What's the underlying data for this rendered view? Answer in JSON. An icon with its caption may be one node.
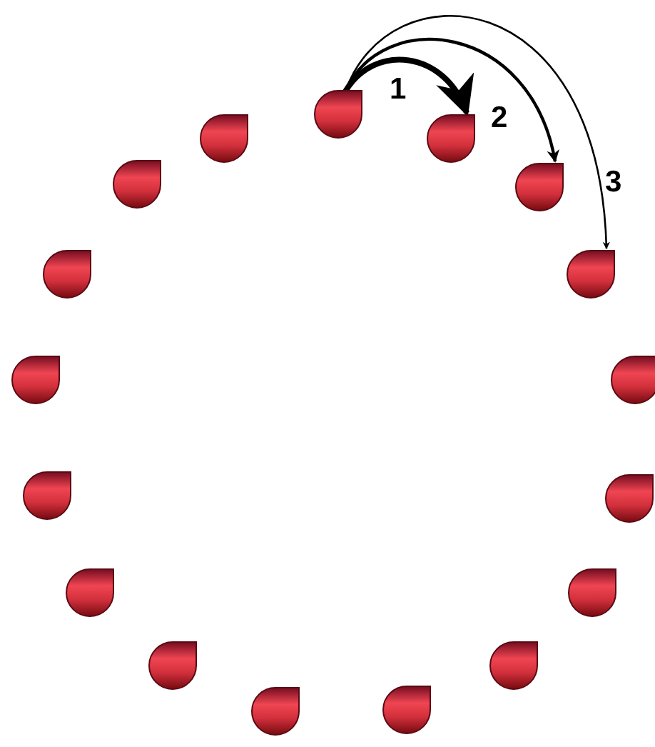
{
  "diagram": {
    "nodes": [
      {
        "text": [],
        "shape": "drop"
      },
      {
        "text": [],
        "shape": "drop"
      },
      {
        "text": [],
        "shape": "drop"
      },
      {
        "text": [],
        "shape": "drop"
      },
      {
        "text": [],
        "shape": "drop"
      },
      {
        "text": [],
        "shape": "drop"
      },
      {
        "text": [],
        "shape": "drop"
      },
      {
        "text": [],
        "shape": "drop"
      },
      {
        "text": [],
        "shape": "drop"
      },
      {
        "text": [],
        "shape": "drop"
      },
      {
        "text": [],
        "shape": "drop"
      },
      {
        "text": [],
        "shape": "drop"
      },
      {
        "text": [],
        "shape": "drop"
      },
      {
        "text": [],
        "shape": "drop"
      },
      {
        "text": [],
        "shape": "drop"
      },
      {
        "text": [],
        "shape": "drop"
      },
      {
        "text": [],
        "shape": "drop"
      }
    ],
    "edges": [
      {
        "from": 0,
        "to": 1,
        "arrow": "to",
        "label": "1",
        "style": "thick"
      },
      {
        "from": 0,
        "to": 2,
        "arrow": "to",
        "label": "2"
      },
      {
        "from": 0,
        "to": 3,
        "arrow": "to",
        "label": "3"
      }
    ]
  }
}
